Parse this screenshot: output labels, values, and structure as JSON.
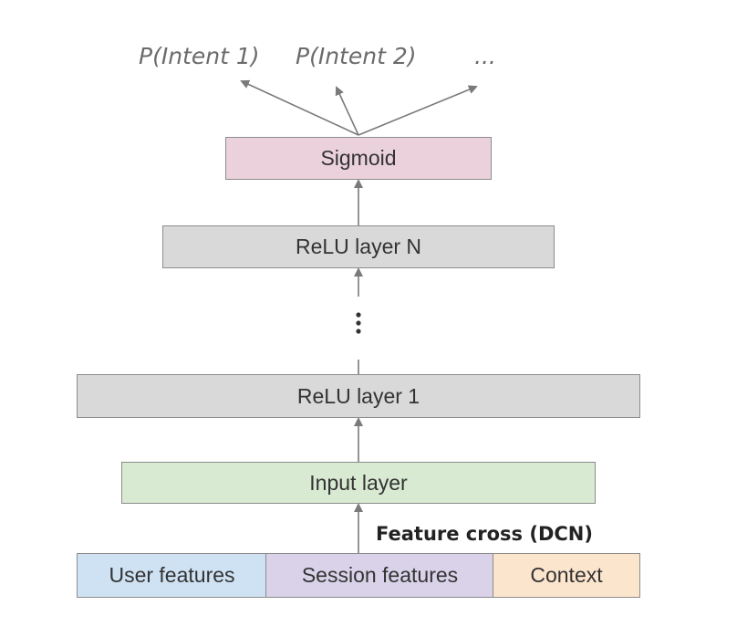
{
  "outputs": [
    "P(Intent 1)",
    "P(Intent 2)",
    "..."
  ],
  "layers": {
    "sigmoid": "Sigmoid",
    "relu_n": "ReLU layer N",
    "relu_1": "ReLU layer 1",
    "input": "Input layer"
  },
  "feature_cross_label": "Feature cross (DCN)",
  "features": [
    "User features",
    "Session features",
    "Context"
  ],
  "colors": {
    "sigmoid": "#ead1dc",
    "relu": "#d9d9d9",
    "input": "#d9ead3",
    "user_features": "#cfe2f3",
    "session_features": "#d9d2e9",
    "context": "#fce5cd",
    "arrow": "#7a7a7a"
  }
}
